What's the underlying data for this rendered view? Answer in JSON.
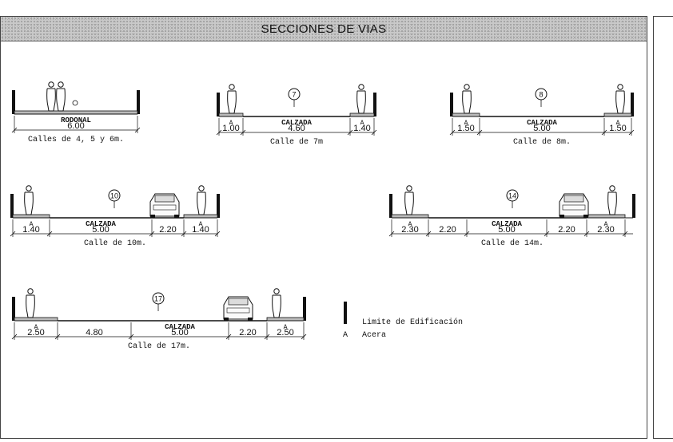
{
  "title": "SECCIONES DE VIAS",
  "legend": {
    "limit_label": "Limite de Edificación",
    "sidewalk_symbol": "A",
    "sidewalk_label": "Acera"
  },
  "sections": [
    {
      "id": "calles-4-5-6",
      "caption": "Calles de 4, 5 y 6m.",
      "number": "",
      "segments": [
        {
          "kind": "rodonal",
          "label": "RODONAL",
          "value": "6.00"
        }
      ]
    },
    {
      "id": "calle-7",
      "caption": "Calle de 7m",
      "number": "7",
      "segments": [
        {
          "kind": "acera",
          "label": "A",
          "value": "1.00"
        },
        {
          "kind": "calzada",
          "label": "CALZADA",
          "value": "4.60"
        },
        {
          "kind": "acera",
          "label": "A",
          "value": "1.40"
        }
      ]
    },
    {
      "id": "calle-8",
      "caption": "Calle de 8m.",
      "number": "8",
      "segments": [
        {
          "kind": "acera",
          "label": "A",
          "value": "1.50"
        },
        {
          "kind": "calzada",
          "label": "CALZADA",
          "value": "5.00"
        },
        {
          "kind": "acera",
          "label": "A",
          "value": "1.50"
        }
      ]
    },
    {
      "id": "calle-10",
      "caption": "Calle de 10m.",
      "number": "10",
      "segments": [
        {
          "kind": "acera",
          "label": "A",
          "value": "1.40"
        },
        {
          "kind": "calzada",
          "label": "CALZADA",
          "value": "5.00"
        },
        {
          "kind": "parking",
          "label": "",
          "value": "2.20"
        },
        {
          "kind": "acera",
          "label": "A",
          "value": "1.40"
        }
      ]
    },
    {
      "id": "calle-14",
      "caption": "Calle de 14m.",
      "number": "14",
      "segments": [
        {
          "kind": "acera",
          "label": "A",
          "value": "2.30"
        },
        {
          "kind": "parking",
          "label": "",
          "value": "2.20"
        },
        {
          "kind": "calzada",
          "label": "CALZADA",
          "value": "5.00"
        },
        {
          "kind": "parking",
          "label": "",
          "value": "2.20"
        },
        {
          "kind": "acera",
          "label": "A",
          "value": "2.30"
        }
      ]
    },
    {
      "id": "calle-17",
      "caption": "Calle de 17m.",
      "number": "17",
      "segments": [
        {
          "kind": "acera",
          "label": "A",
          "value": "2.50"
        },
        {
          "kind": "lane",
          "label": "",
          "value": "4.80"
        },
        {
          "kind": "calzada",
          "label": "CALZADA",
          "value": "5.00"
        },
        {
          "kind": "parking",
          "label": "",
          "value": "2.20"
        },
        {
          "kind": "acera",
          "label": "A",
          "value": "2.50"
        }
      ]
    }
  ]
}
